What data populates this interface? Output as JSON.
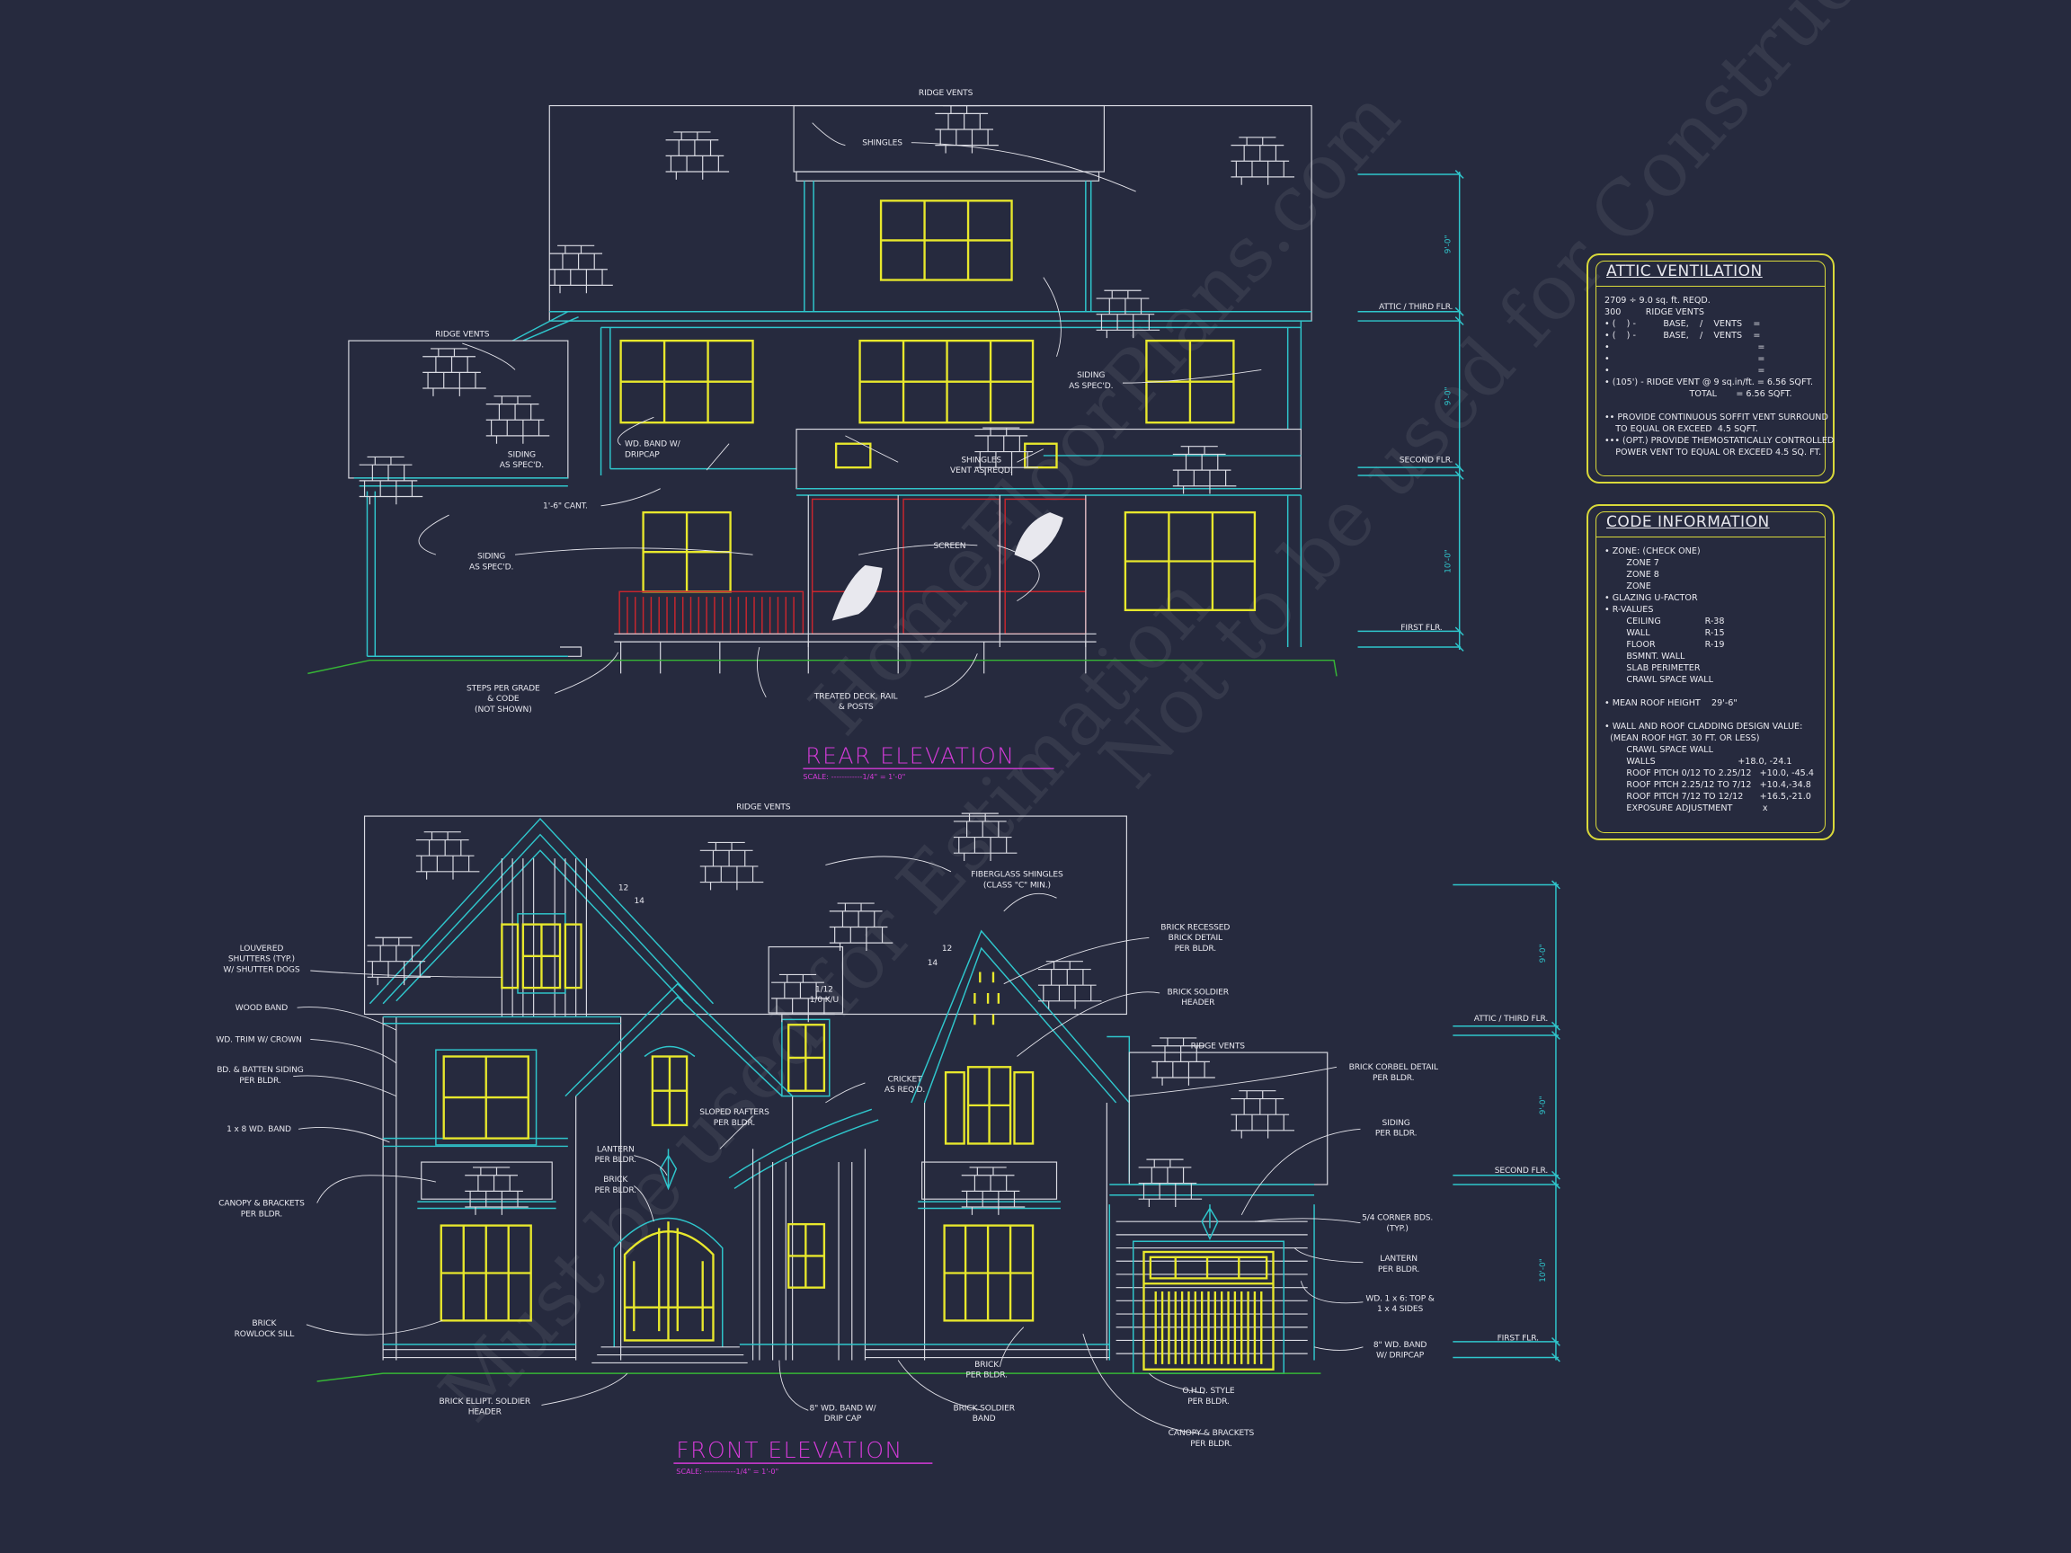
{
  "colors": {
    "background": "#262a3e",
    "linework": "#d9dae2",
    "trim": "#2fc6cc",
    "windows": "#e8e82c",
    "deck": "#c8262e",
    "titles": "#d43bd8",
    "ground": "#36b536",
    "panels": "#d9d93a"
  },
  "watermark": [
    "HomeFloorPlans.com",
    "Not to be used for Construction",
    "Must be used for Estimation"
  ],
  "rear": {
    "ridge_vents_top": "RIDGE VENTS",
    "shingles": "SHINGLES",
    "ridge_vents_left": "RIDGE VENTS",
    "siding_left_upper": [
      "SIDING",
      "AS SPEC'D."
    ],
    "wd_band": [
      "WD. BAND W/",
      "DRIPCAP"
    ],
    "siding_right_upper": [
      "SIDING",
      "AS SPEC'D."
    ],
    "shingles_vent": [
      "SHINGLES",
      "VENT AS REQD."
    ],
    "cant": "1'-6\" CANT.",
    "siding_lower": [
      "SIDING",
      "AS SPEC'D."
    ],
    "screen": "SCREEN",
    "steps": [
      "STEPS PER GRADE",
      "& CODE",
      "(NOT SHOWN)"
    ],
    "deck": [
      "TREATED DECK, RAIL",
      "& POSTS"
    ],
    "levels": {
      "attic": "ATTIC / THIRD FLR.",
      "second": "SECOND FLR.",
      "first": "FIRST FLR."
    },
    "dims": [
      "9'-0\"",
      "9'-0\"",
      "10'-0\""
    ],
    "title": "REAR ELEVATION",
    "scale": "SCALE: ------------1/4\" = 1'-0\""
  },
  "front": {
    "ridge_vents_top": "RIDGE VENTS",
    "fiberglass_shingles": [
      "FIBERGLASS SHINGLES",
      "(CLASS \"C\" MIN.)"
    ],
    "louvered_shutters": [
      "LOUVERED",
      "SHUTTERS (TYP.)",
      "W/ SHUTTER DOGS"
    ],
    "wood_band": "WOOD BAND",
    "wd_trim": "WD. TRIM W/ CROWN",
    "batten_siding": [
      "BD. & BATTEN SIDING",
      "PER BLDR."
    ],
    "wd_band_1x8": "1 x 8 WD. BAND",
    "canopy_left": [
      "CANOPY & BRACKETS",
      "PER BLDR."
    ],
    "rowlock_sill": [
      "BRICK",
      "ROWLOCK SILL"
    ],
    "pitch_left": [
      "12",
      "14"
    ],
    "pitch_right": [
      "12",
      "14"
    ],
    "chimney_note": [
      "1/12",
      "1/0 K/U"
    ],
    "brick_recessed": [
      "BRICK RECESSED",
      "BRICK DETAIL",
      "PER BLDR."
    ],
    "brick_soldier_header": [
      "BRICK SOLDIER",
      "HEADER"
    ],
    "ridge_vents_garage": "RIDGE VENTS",
    "brick_corbel": [
      "BRICK CORBEL DETAIL",
      "PER BLDR."
    ],
    "cricket": [
      "CRICKET",
      "AS REQ'D."
    ],
    "sloped_rafters": [
      "SLOPED RAFTERS",
      "PER BLDR."
    ],
    "lantern_left": [
      "LANTERN",
      "PER BLDR."
    ],
    "brick_left": [
      "BRICK",
      "PER BLDR."
    ],
    "siding_right": [
      "SIDING",
      "PER BLDR."
    ],
    "corner_bds": [
      "5/4 CORNER BDS.",
      "(TYP.)"
    ],
    "lantern_right": [
      "LANTERN",
      "PER BLDR."
    ],
    "wd_trim_garage": [
      "WD. 1 x 6: TOP &",
      "1 x 4 SIDES"
    ],
    "wd_band_8": [
      "8\" WD. BAND",
      "W/ DRIPCAP"
    ],
    "brick_center": [
      "BRICK",
      "PER BLDR."
    ],
    "ellipt_header": [
      "BRICK ELLIPT. SOLDIER",
      "HEADER"
    ],
    "drip_cap": [
      "8\" WD. BAND W/",
      "DRIP CAP"
    ],
    "soldier_band": [
      "BRICK SOLDIER",
      "BAND"
    ],
    "ohd": [
      "O.H.D. STYLE",
      "PER BLDR."
    ],
    "canopy_garage": [
      "CANOPY & BRACKETS",
      "PER BLDR."
    ],
    "levels": {
      "attic": "ATTIC / THIRD FLR.",
      "second": "SECOND FLR.",
      "first": "FIRST FLR."
    },
    "dims": [
      "9'-0\"",
      "9'-0\"",
      "10'-0\""
    ],
    "title": "FRONT ELEVATION",
    "scale": "SCALE: ------------1/4\" = 1'-0\""
  },
  "attic_ventilation": {
    "title": "ATTIC VENTILATION",
    "lines": [
      "2709 ÷ 9.0 sq. ft. REQD.",
      "300         RIDGE VENTS",
      "• (    ) -          BASE,    /    VENTS    =",
      "• (    ) -          BASE,    /    VENTS    =",
      "•                                                      =",
      "•                                                      =",
      "•                                                      =",
      "• (105') - RIDGE VENT @ 9 sq.in/ft. = 6.56 SQFT.",
      "                               TOTAL       = 6.56 SQFT.",
      "",
      "•• PROVIDE CONTINUOUS SOFFIT VENT SURROUND",
      "    TO EQUAL OR EXCEED  4.5 SQFT.",
      "••• (OPT.) PROVIDE THEMOSTATICALLY CONTROLLED",
      "    POWER VENT TO EQUAL OR EXCEED 4.5 SQ. FT."
    ]
  },
  "code_information": {
    "title": "CODE INFORMATION",
    "lines": [
      "• ZONE: (CHECK ONE)",
      "        ZONE 7",
      "        ZONE 8",
      "        ZONE",
      "• GLAZING U-FACTOR",
      "• R-VALUES",
      "        CEILING                R-38",
      "        WALL                    R-15",
      "        FLOOR                  R-19",
      "        BSMNT. WALL",
      "        SLAB PERIMETER",
      "        CRAWL SPACE WALL",
      "",
      "• MEAN ROOF HEIGHT    29'-6\"",
      "",
      "• WALL AND ROOF CLADDING DESIGN VALUE:",
      "  (MEAN ROOF HGT. 30 FT. OR LESS)",
      "        CRAWL SPACE WALL",
      "        WALLS                              +18.0, -24.1",
      "        ROOF PITCH 0/12 TO 2.25/12   +10.0, -45.4",
      "        ROOF PITCH 2.25/12 TO 7/12   +10.4,-34.8",
      "        ROOF PITCH 7/12 TO 12/12      +16.5,-21.0",
      "        EXPOSURE ADJUSTMENT           x"
    ]
  }
}
